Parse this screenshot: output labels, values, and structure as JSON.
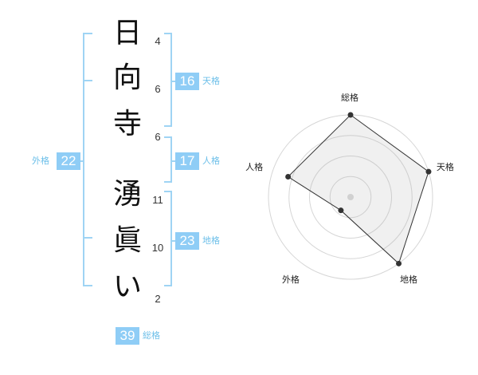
{
  "name": {
    "chars": [
      {
        "char": "日",
        "strokes": "4"
      },
      {
        "char": "向",
        "strokes": "6"
      },
      {
        "char": "寺",
        "strokes": "6"
      },
      {
        "char": "湧",
        "strokes": "11"
      },
      {
        "char": "眞",
        "strokes": "10"
      },
      {
        "char": "い",
        "strokes": "2"
      }
    ]
  },
  "kaku": {
    "tenkaku": {
      "value": "16",
      "label": "天格"
    },
    "jinkaku": {
      "value": "17",
      "label": "人格"
    },
    "chikaku": {
      "value": "23",
      "label": "地格"
    },
    "gaikaku": {
      "value": "22",
      "label": "外格"
    },
    "soukaku": {
      "value": "39",
      "label": "総格"
    }
  },
  "colors": {
    "accent": "#8fcdf6",
    "bracket": "#9fd4f4",
    "label": "#6cbfe9"
  },
  "chart_data": {
    "type": "radar",
    "axes": [
      "総格",
      "天格",
      "地格",
      "外格",
      "人格"
    ],
    "values": [
      5,
      5,
      5,
      1,
      4
    ],
    "rmax": 5,
    "rings": 4,
    "grid": true
  }
}
